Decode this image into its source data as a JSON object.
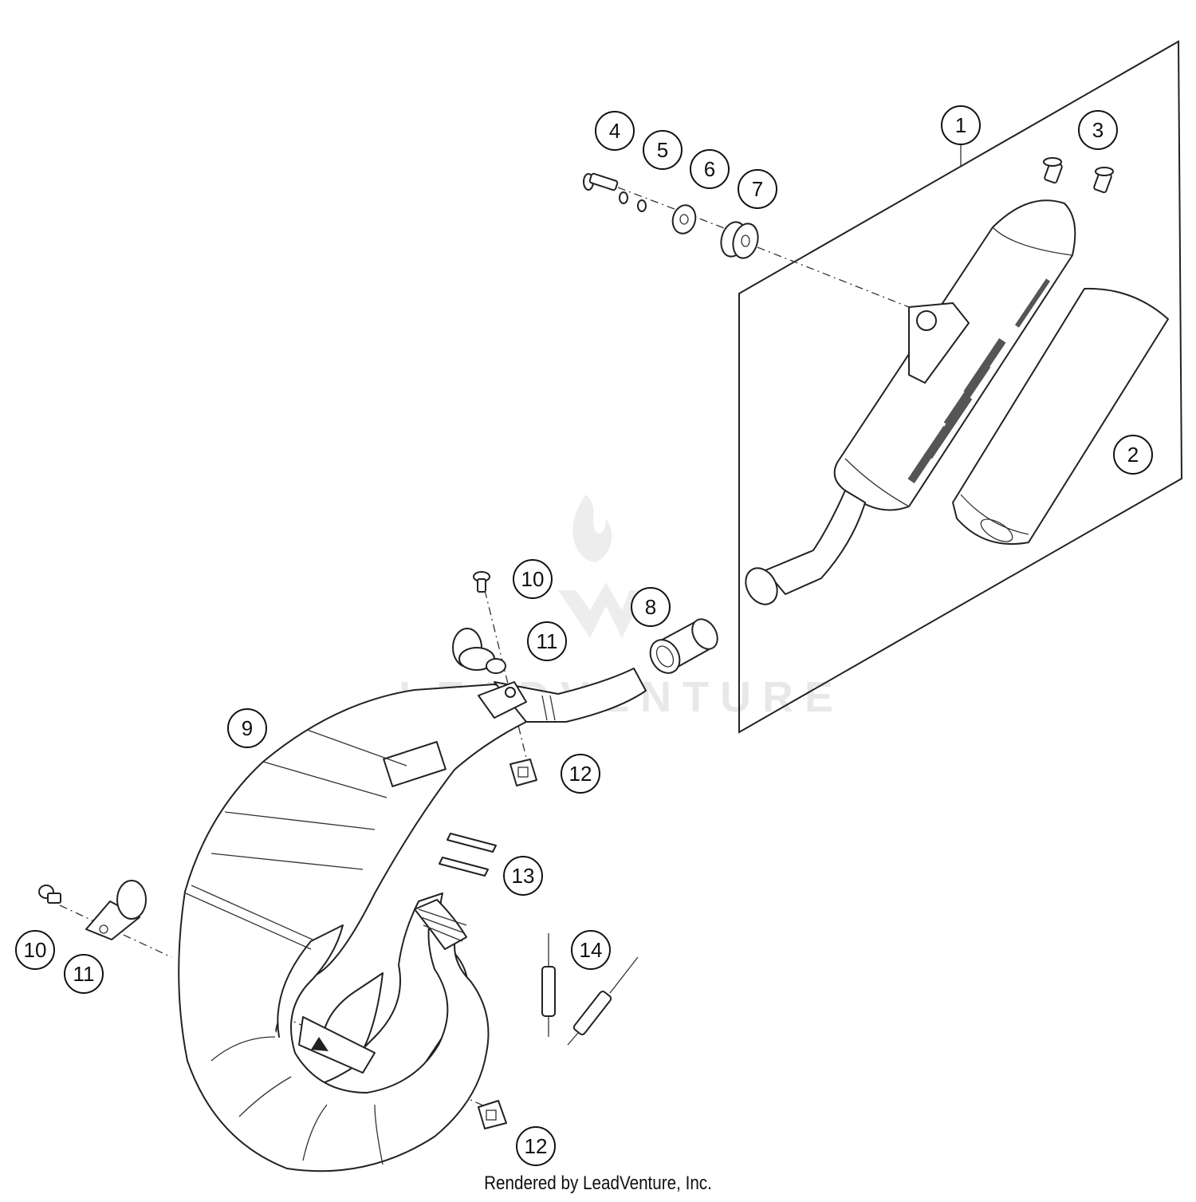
{
  "watermark": {
    "text": "LEADVENTURE"
  },
  "credit": "Rendered by LeadVenture, Inc.",
  "callouts": [
    "1",
    "2",
    "3",
    "4",
    "5",
    "6",
    "7",
    "8",
    "9",
    "10",
    "11",
    "12",
    "13",
    "14",
    "10",
    "11",
    "12"
  ]
}
